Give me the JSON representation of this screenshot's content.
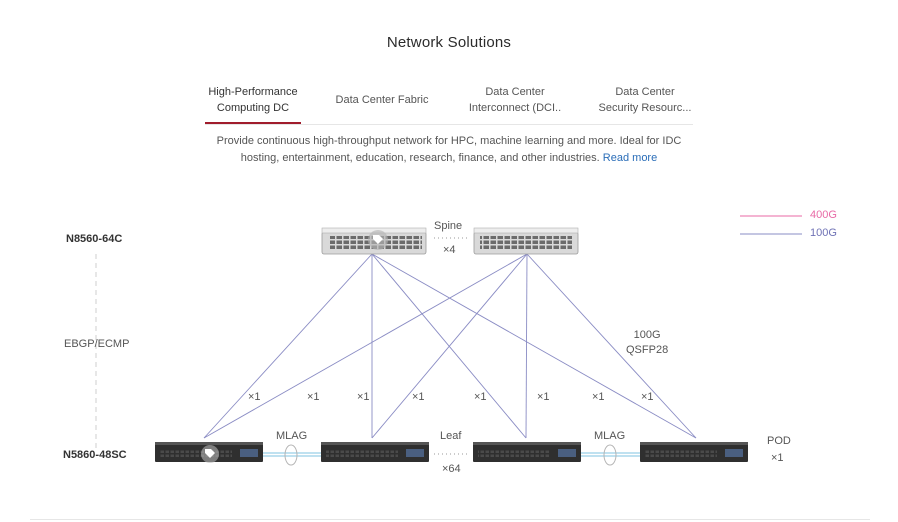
{
  "header": {
    "title": "Network Solutions"
  },
  "tabs": [
    {
      "label": "High-Performance\nComputing DC",
      "active": true
    },
    {
      "label": "Data Center Fabric",
      "active": false
    },
    {
      "label": "Data Center\nInterconnect (DCI..",
      "active": false
    },
    {
      "label": "Data Center\nSecurity Resourc...",
      "active": false
    }
  ],
  "description": {
    "text": "Provide continuous high-throughput network for HPC, machine learning and more. Ideal for IDC hosting, entertainment, education, research, finance, and other industries.",
    "link": "Read more"
  },
  "diagram": {
    "legend": {
      "l400": "400G",
      "l100": "100G",
      "color400": "#e86aa6",
      "color100": "#8a8cc4"
    },
    "spine_model": "N8560-64C",
    "leaf_model": "N5860-48SC",
    "protocol": "EBGP/ECMP",
    "spine_label": "Spine",
    "spine_count": "×4",
    "leaf_label": "Leaf",
    "leaf_count": "×64",
    "mlag_1": "MLAG",
    "mlag_2": "MLAG",
    "pod_label": "POD",
    "pod_count": "×1",
    "link_type": "100G\nQSFP28",
    "link_counts": [
      "×1",
      "×1",
      "×1",
      "×1",
      "×1",
      "×1",
      "×1",
      "×1"
    ]
  }
}
